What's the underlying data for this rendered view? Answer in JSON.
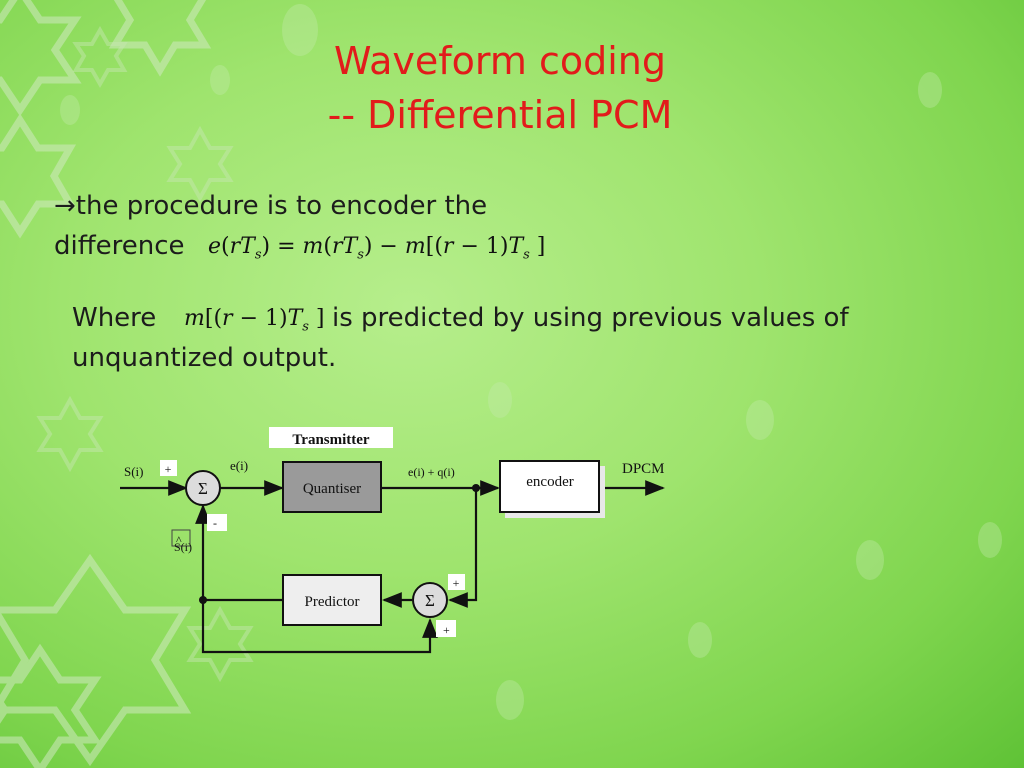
{
  "slide": {
    "title_line1": "Waveform coding",
    "title_line2": "-- Differential PCM",
    "arrow": "→",
    "para1_line1": "the procedure is to encoder the",
    "para1_line2": "difference",
    "para2_where": "Where",
    "para2_rest": "is predicted by using previous values of",
    "para2_line2": "unquantized output."
  },
  "diagram": {
    "header": "Transmitter",
    "input_label": "S(i)",
    "plus_1": "+",
    "minus_1": "-",
    "sum_symbol_1": "Σ",
    "error_label": "e(i)",
    "quantiser_label": "Quantiser",
    "quantised_label": "e(i) + q(i)",
    "encoder_label": "encoder",
    "output_label": "DPCM",
    "predictor_label": "Predictor",
    "sum_symbol_2": "Σ",
    "plus_2": "+",
    "plus_3": "+",
    "feedback_hat": "^",
    "feedback_label": "S(i)"
  }
}
